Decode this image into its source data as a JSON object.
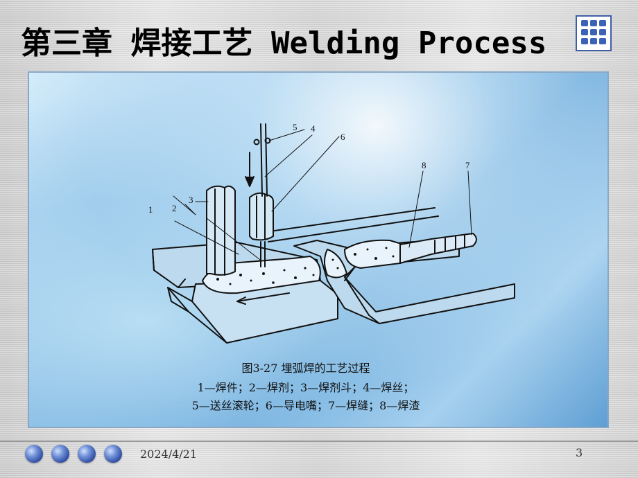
{
  "slide": {
    "title": "第三章 焊接工艺 Welding Process",
    "date": "2024/4/21",
    "page_number": "3"
  },
  "figure": {
    "labels": [
      "1",
      "2",
      "3",
      "4",
      "5",
      "6",
      "7",
      "8"
    ],
    "caption_title": "图3-27   埋弧焊的工艺过程",
    "caption_line1": "1—焊件；2—焊剂；3—焊剂斗；4—焊丝；",
    "caption_line2": "5—送丝滚轮；6—导电嘴；7—焊缝；8—焊渣"
  },
  "nav": {
    "dots": [
      "nav-dot-1",
      "nav-dot-2",
      "nav-dot-3",
      "nav-dot-4"
    ]
  },
  "colors": {
    "accent": "#3f5da8",
    "panel_blue": "#6aa8da"
  },
  "icons": [
    "grid-menu-icon"
  ]
}
